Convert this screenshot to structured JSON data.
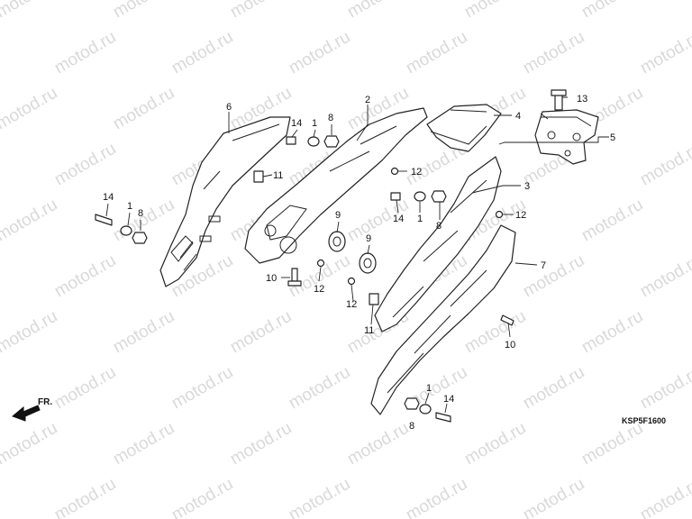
{
  "watermark": {
    "text": "motod.ru"
  },
  "diagram_code": "KSP5F1600",
  "direction_label": "FR.",
  "callouts": {
    "c6": "6",
    "c2": "2",
    "c4": "4",
    "c13": "13",
    "c5": "5",
    "c14a": "14",
    "c1a": "1",
    "c8a": "8",
    "c11a": "11",
    "c12a": "12",
    "c3": "3",
    "c14b": "14",
    "c1b": "1",
    "c8b": "8",
    "c12b": "12",
    "c9a": "9",
    "c9b": "9",
    "c7": "7",
    "c10a": "10",
    "c12c": "12",
    "c12d": "12",
    "c11b": "11",
    "c10b": "10",
    "c1c": "1",
    "c14c": "14",
    "c8c": "8",
    "c14d": "14",
    "c1d": "1",
    "c8d": "8"
  }
}
